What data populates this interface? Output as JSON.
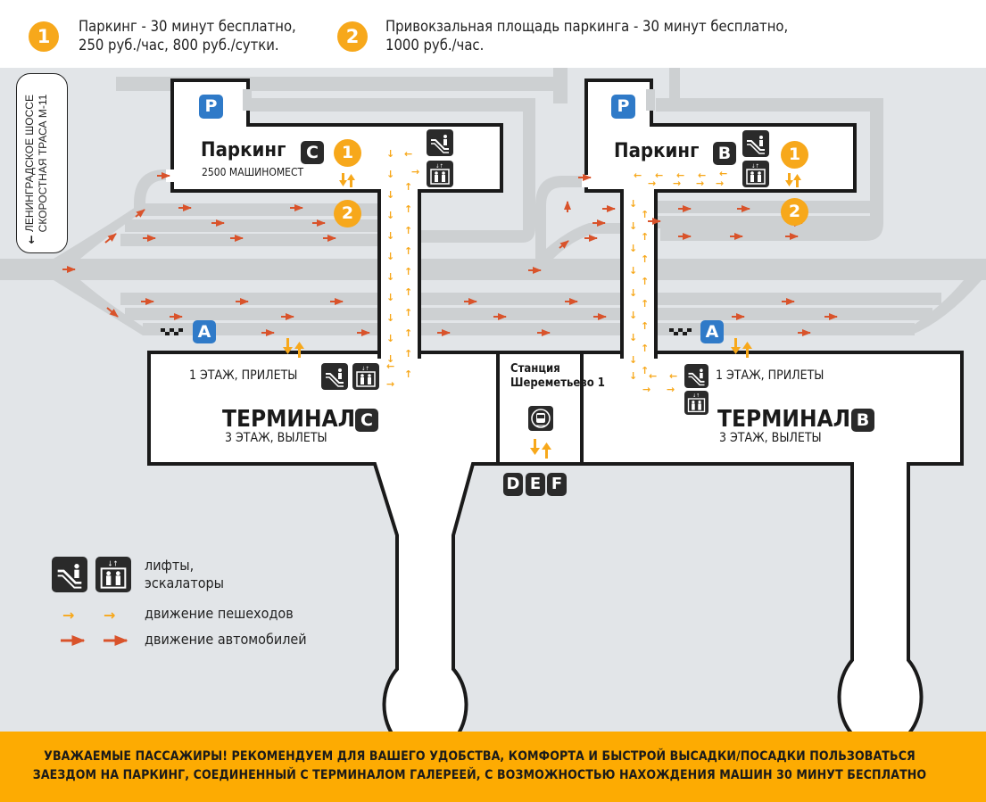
{
  "header": {
    "items": [
      {
        "badge": "1",
        "line1": "Паркинг - 30 минут бесплатно,",
        "line2": "250 руб./час, 800 руб./сутки."
      },
      {
        "badge": "2",
        "line1": "Привокзальная площадь паркинга - 30 минут бесплатно,",
        "line2": "1000 руб./час."
      }
    ]
  },
  "road_sign": {
    "line1": "ЛЕНИНГРАДСКОЕ ШОССЕ",
    "line2": "СКОРОСТНАЯ ТРАСА М-11",
    "icon": "arrow-left-icon"
  },
  "parking_c": {
    "p_badge": "P",
    "title": "Паркинг",
    "letter": "C",
    "subtitle": "2500 МАШИНОМЕСТ",
    "zone1": "1",
    "zone2": "2"
  },
  "parking_b": {
    "p_badge": "P",
    "title": "Паркинг",
    "letter": "B",
    "zone1": "1",
    "zone2": "2"
  },
  "terminal_c": {
    "title": "ТЕРМИНАЛ",
    "letter": "C",
    "floor1": "1 ЭТАЖ, ПРИЛЕТЫ",
    "floor3": "3 ЭТАЖ, ВЫЛЕТЫ",
    "taxi_badge": "A"
  },
  "terminal_b": {
    "title": "ТЕРМИНАЛ",
    "letter": "B",
    "floor1": "1 ЭТАЖ, ПРИЛЕТЫ",
    "floor3": "3 ЭТАЖ, ВЫЛЕТЫ",
    "taxi_badge": "A"
  },
  "station": {
    "line1": "Станция",
    "line2": "Шереметьево 1",
    "icon": "train-icon",
    "terminals": [
      "D",
      "E",
      "F"
    ]
  },
  "legend": {
    "lifts_label_1": "лифты,",
    "lifts_label_2": "эскалаторы",
    "pedestrian_label": "движение пешеходов",
    "vehicle_label": "движение автомобилей"
  },
  "notice": {
    "line1": "УВАЖАЕМЫЕ ПАССАЖИРЫ! РЕКОМЕНДУЕМ ДЛЯ ВАШЕГО УДОБСТВА, КОМФОРТА И БЫСТРОЙ ВЫСАДКИ/ПОСАДКИ ПОЛЬЗОВАТЬСЯ",
    "line2": "ЗАЕЗДОМ НА ПАРКИНГ, СОЕДИНЕННЫЙ С ТЕРМИНАЛОМ ГАЛЕРЕЕЙ, С ВОЗМОЖНОСТЬЮ НАХОЖДЕНИЯ МАШИН  30 МИНУТ БЕСПЛАТНО"
  },
  "colors": {
    "pedestrian": "#f7a81b",
    "vehicle": "#d9532b",
    "parking_blue": "#2f7ac8",
    "notice_bg": "#fdab02",
    "map_bg": "#e2e5e8",
    "road": "#cdd0d2"
  }
}
